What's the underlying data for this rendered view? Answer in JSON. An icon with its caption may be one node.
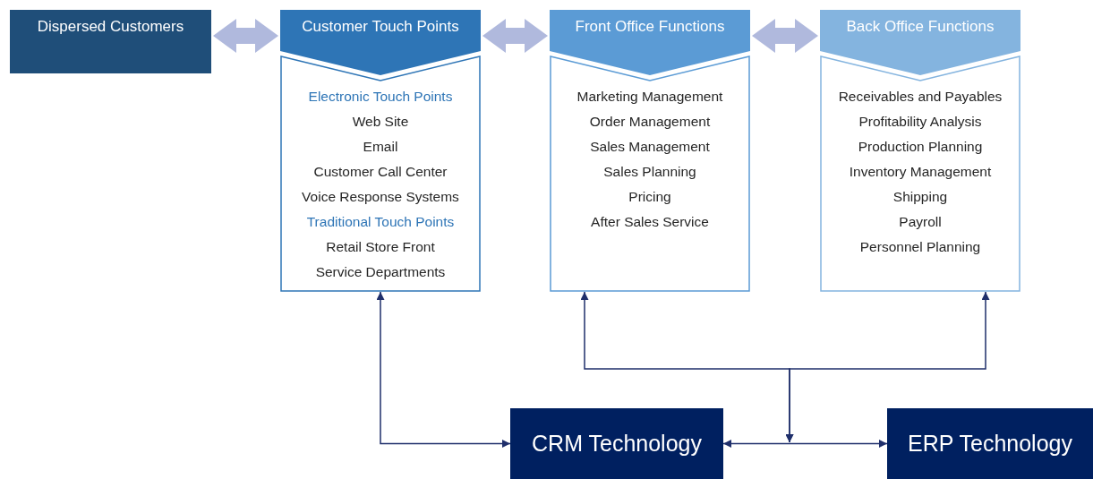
{
  "diagram": {
    "nodes": [
      {
        "text": [
          "Dispersed Customers"
        ]
      },
      {
        "text": [
          "Customer Touch Points"
        ]
      },
      {
        "text": [
          "Electronic Touch Points",
          "Web Site",
          "Email",
          "Customer Call Center",
          "Voice Response Systems",
          "Traditional Touch Points",
          "Retail Store Front",
          "Service Departments"
        ]
      },
      {
        "text": [
          "Front Office Functions"
        ]
      },
      {
        "text": [
          "Marketing Management",
          "Order Management",
          "Sales Management",
          "Sales Planning",
          "Pricing",
          "After Sales Service"
        ]
      },
      {
        "text": [
          "Back Office Functions"
        ]
      },
      {
        "text": [
          "Receivables and Payables",
          "Profitability Analysis",
          "Production Planning",
          "Inventory Management",
          "Shipping",
          "Payroll",
          "Personnel Planning"
        ]
      },
      {
        "text": [
          "CRM Technology"
        ]
      },
      {
        "text": [
          "ERP Technology"
        ]
      }
    ],
    "edges": [
      {
        "from": 0,
        "to": 1,
        "arrow": "both",
        "style": "thick",
        "color": "#b0b9dd"
      },
      {
        "from": 1,
        "to": 3,
        "arrow": "both",
        "style": "thick",
        "color": "#b0b9dd"
      },
      {
        "from": 3,
        "to": 5,
        "arrow": "both",
        "style": "thick",
        "color": "#b0b9dd"
      },
      {
        "from": 2,
        "to": 7,
        "arrow": "both"
      },
      {
        "from": 7,
        "to": 8,
        "arrow": "both"
      },
      {
        "from": null,
        "to": 4,
        "arrow": "both"
      },
      {
        "from": null,
        "to": 6,
        "arrow": "both"
      }
    ]
  }
}
